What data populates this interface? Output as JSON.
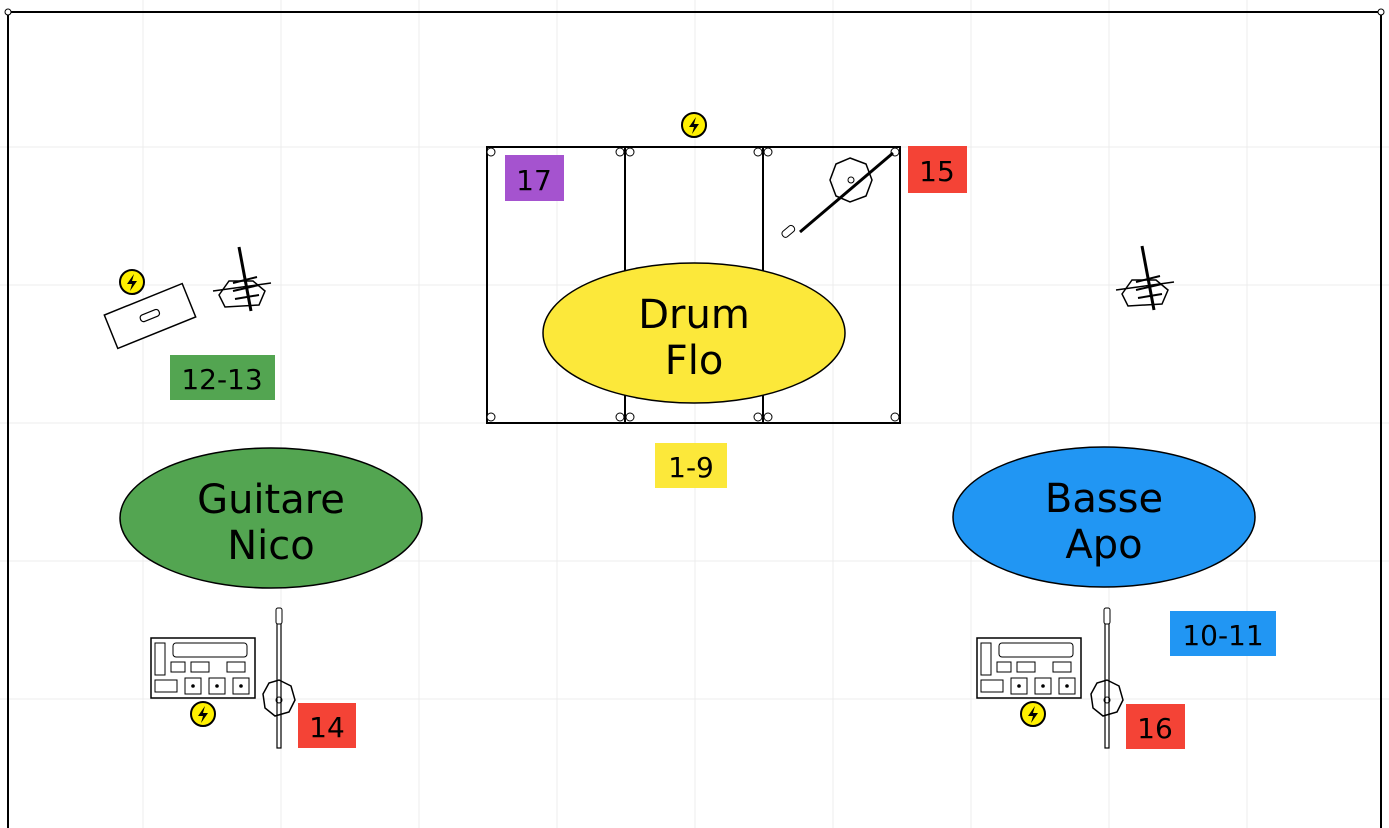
{
  "musicians": {
    "drum": {
      "line1": "Drum",
      "line2": "Flo"
    },
    "guitar": {
      "line1": "Guitare",
      "line2": "Nico"
    },
    "bass": {
      "line1": "Basse",
      "line2": "Apo"
    }
  },
  "channel_labels": {
    "drums": "1-9",
    "bass_amp": "10-11",
    "guitar_amp": "12-13",
    "guitar_vocal": "14",
    "overhead": "15",
    "bass_vocal": "16",
    "riser": "17"
  },
  "colors": {
    "drum": "#FCE83A",
    "guitar": "#53A551",
    "bass": "#2196F3",
    "vocal": "#F44336",
    "riser": "#A553CF",
    "power": "#FFF000"
  },
  "icons": [
    "power-outlet-icon",
    "microphone-icon",
    "mic-stand-icon",
    "guitar-amp-icon",
    "pedalboard-icon",
    "guitar-on-stand-icon",
    "drum-riser-icon"
  ]
}
